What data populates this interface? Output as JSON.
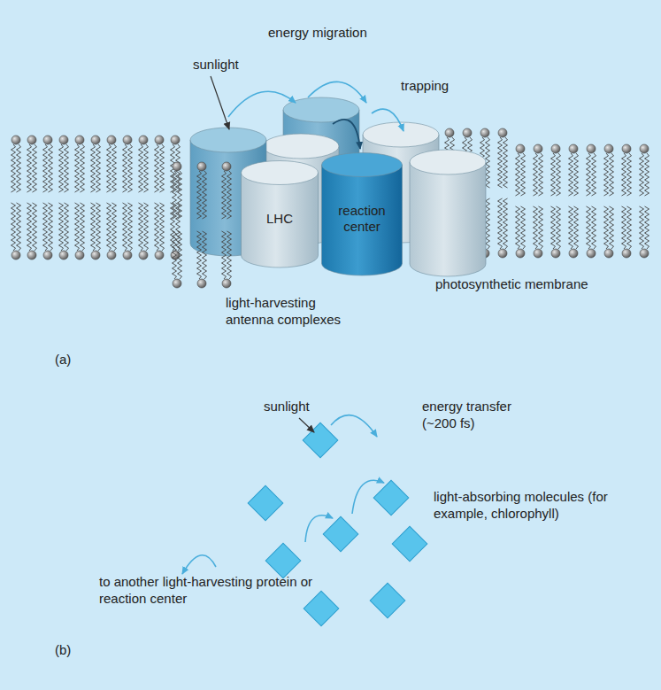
{
  "diagram": {
    "nodes": [
      {
        "text": [
          "LHC"
        ]
      },
      {
        "text": [
          "reaction center"
        ]
      }
    ],
    "labels": [
      "sunlight",
      "energy migration",
      "trapping",
      "photosynthetic membrane",
      "light-harvesting antenna complexes",
      "(a)",
      "sunlight",
      "energy transfer (~200 fs)",
      "light-absorbing molecules (for example, chlorophyll)",
      "to another light-harvesting protein or reaction center",
      "(b)"
    ]
  }
}
